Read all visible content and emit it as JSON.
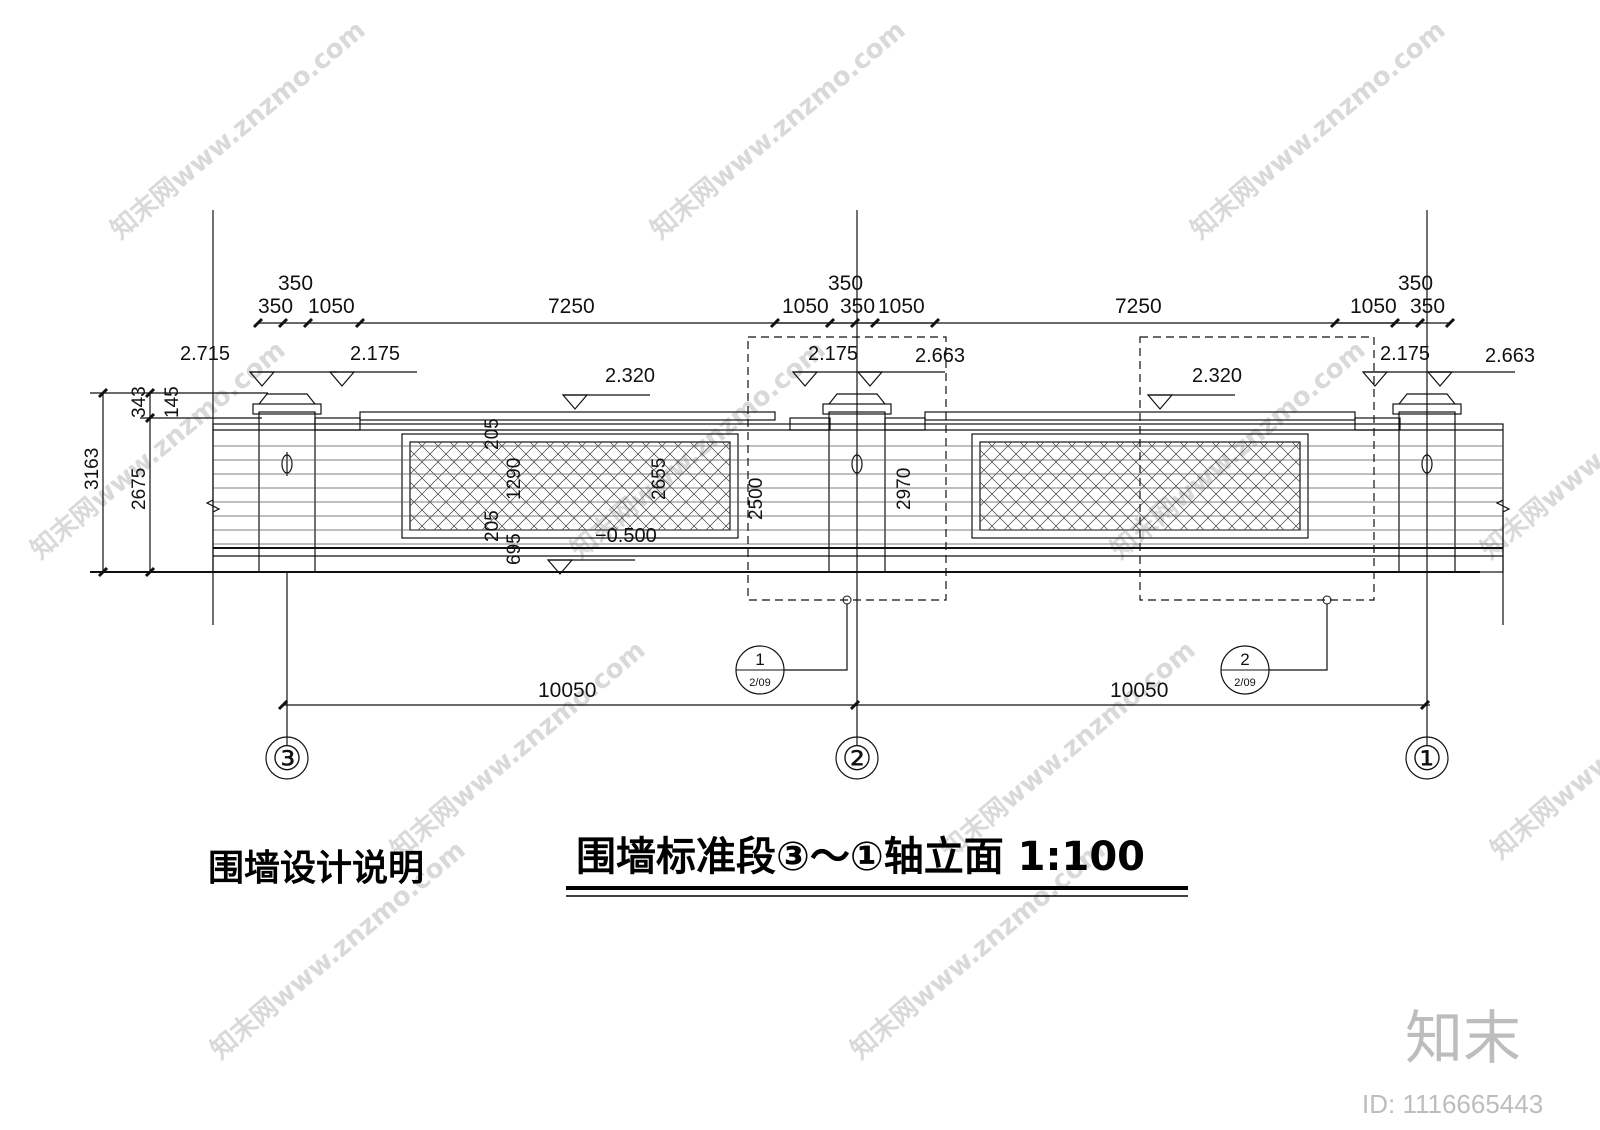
{
  "drawing": {
    "title": "围墙标准段③～①轴立面  1:100",
    "notes_title": "围墙设计说明",
    "top_dims_row1": [
      "350",
      "350",
      "350"
    ],
    "top_dims_row2_left": [
      "350",
      "1050",
      "7250"
    ],
    "top_dims_row2_mid": [
      "1050",
      "350",
      "1050",
      "7250"
    ],
    "top_dims_row2_right": [
      "1050",
      "350"
    ],
    "elevations": [
      "2.715",
      "2.175",
      "2.320",
      "2.175",
      "2.663",
      "2.320",
      "2.175",
      "2.663",
      "−0.500"
    ],
    "left_dims": [
      "3163",
      "2675",
      "343",
      "145"
    ],
    "panel_dims": [
      "205",
      "1290",
      "205",
      "695",
      "2655",
      "2500",
      "2970"
    ],
    "bottom_dims": [
      "10050",
      "10050"
    ],
    "axes": [
      "③",
      "②",
      "①"
    ],
    "detail_refs": [
      {
        "num": "1",
        "sheet": "2/09"
      },
      {
        "num": "2",
        "sheet": "2/09"
      }
    ]
  },
  "watermark": {
    "text": "知末网www.znzmo.com",
    "brand": "知末",
    "id": "ID: 1116665443"
  }
}
